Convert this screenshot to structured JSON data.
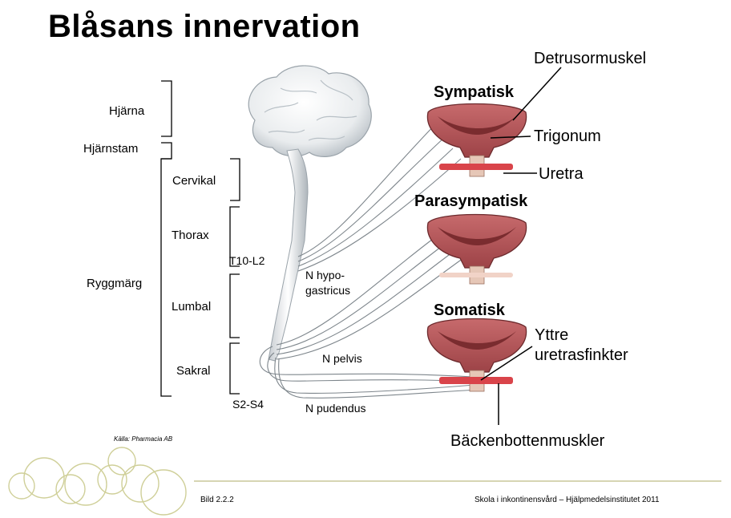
{
  "title": "Blåsans innervation",
  "levels": {
    "hjarna": "Hjärna",
    "hjarnstam": "Hjärnstam",
    "ryggmarg": "Ryggmärg",
    "cervikal": "Cervikal",
    "thorax": "Thorax",
    "lumbal": "Lumbal",
    "sakral": "Sakral"
  },
  "segments": {
    "t10_l2": "T10-L2",
    "s2_s4": "S2-S4"
  },
  "nerves": {
    "hypogastricus_1": "N hypo-",
    "hypogastricus_2": "gastricus",
    "pelvis": "N pelvis",
    "pudendus": "N pudendus"
  },
  "systems": {
    "sympatisk": "Sympatisk",
    "parasympatisk": "Parasympatisk",
    "somatisk": "Somatisk"
  },
  "parts": {
    "detrusor": "Detrusormuskel",
    "trigonum": "Trigonum",
    "uretra": "Uretra",
    "yttre_1": "Yttre",
    "yttre_2": "uretrasfinkter",
    "backenbotten": "Bäckenbottenmuskler"
  },
  "source": "Källa: Pharmacia AB",
  "footer": {
    "slide": "Bild 2.2.2",
    "credit": "Skola i inkontinensvård – Hjälpmedelsinstitutet 2011"
  },
  "colors": {
    "bladder_outer": "#b5575a",
    "bladder_inner": "#7a2c2f",
    "urethra_band": "#d9444a",
    "footer_line": "#c9c79a",
    "circles": "#cfcf98"
  }
}
